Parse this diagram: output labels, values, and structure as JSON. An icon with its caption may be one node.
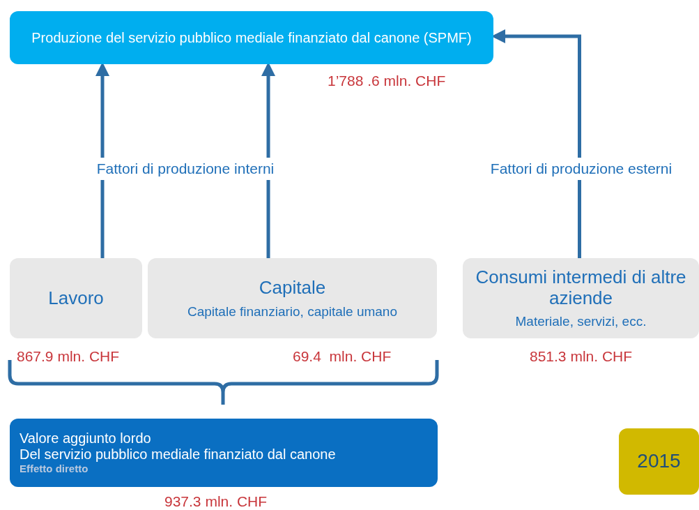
{
  "diagram": {
    "nodes": [
      {
        "text": [
          "Produzione del servizio pubblico mediale finanziato dal canone (SPMF)"
        ],
        "beside": [
          "1’788 .6 mln. CHF"
        ]
      },
      {
        "text": [
          "Lavoro"
        ],
        "beside": [
          "867.9 mln. CHF"
        ]
      },
      {
        "text": [
          "Capitale",
          "Capitale finanziario, capitale umano"
        ],
        "beside": [
          "69.4  mln. CHF"
        ]
      },
      {
        "text": [
          "Consumi intermedi di altre aziende",
          "Materiale, servizi, ecc."
        ],
        "beside": [
          "851.3 mln. CHF"
        ]
      },
      {
        "text": [
          "Valore aggiunto lordo",
          "Del servizio pubblico mediale finanziato dal canone",
          "Effetto diretto"
        ],
        "beside": [
          "937.3 mln. CHF"
        ]
      },
      {
        "text": [
          "2015"
        ]
      }
    ],
    "edges": [
      {
        "from": 1,
        "to": 0,
        "arrow": "to"
      },
      {
        "from": 2,
        "to": 0,
        "arrow": "to"
      },
      {
        "from": 3,
        "to": 0,
        "arrow": "to",
        "label": "Fattori di produzione esterni"
      }
    ],
    "labels": [
      "Fattori di produzione interni"
    ]
  }
}
